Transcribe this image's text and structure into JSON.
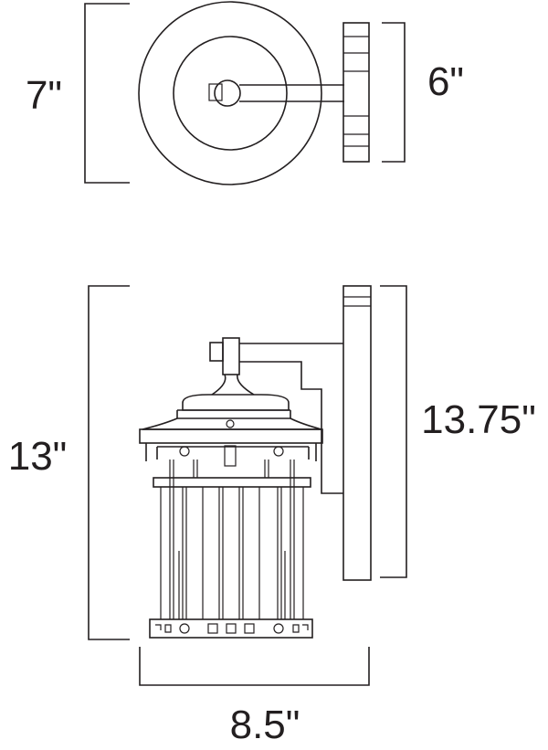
{
  "dimensions": {
    "top_view_height": "7\"",
    "backplate_width": "6\"",
    "fixture_height": "13\"",
    "overall_height": "13.75\"",
    "fixture_width": "8.5\""
  },
  "colors": {
    "line": "#231f20",
    "background": "#ffffff"
  }
}
